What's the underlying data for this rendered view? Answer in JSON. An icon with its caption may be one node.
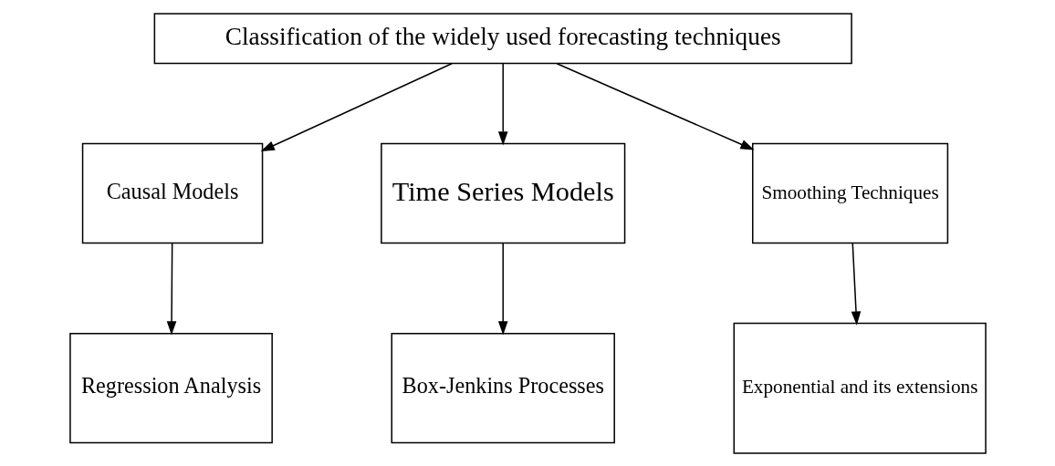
{
  "diagram": {
    "nodes": [
      {
        "text": [
          "Classification of the widely used forecasting techniques"
        ]
      },
      {
        "text": [
          "Causal Models"
        ]
      },
      {
        "text": [
          "Time Series Models"
        ]
      },
      {
        "text": [
          "Smoothing Techniques"
        ]
      },
      {
        "text": [
          "Regression Analysis"
        ]
      },
      {
        "text": [
          "Box-Jenkins Processes"
        ]
      },
      {
        "text": [
          "Exponential and its extensions"
        ]
      }
    ],
    "edges": [
      {
        "from": 0,
        "to": 1,
        "arrow": "to"
      },
      {
        "from": 0,
        "to": 2,
        "arrow": "to"
      },
      {
        "from": 0,
        "to": 3,
        "arrow": "to"
      },
      {
        "from": 1,
        "to": 4,
        "arrow": "to"
      },
      {
        "from": 2,
        "to": 5,
        "arrow": "to"
      },
      {
        "from": 3,
        "to": 6,
        "arrow": "to"
      }
    ]
  }
}
